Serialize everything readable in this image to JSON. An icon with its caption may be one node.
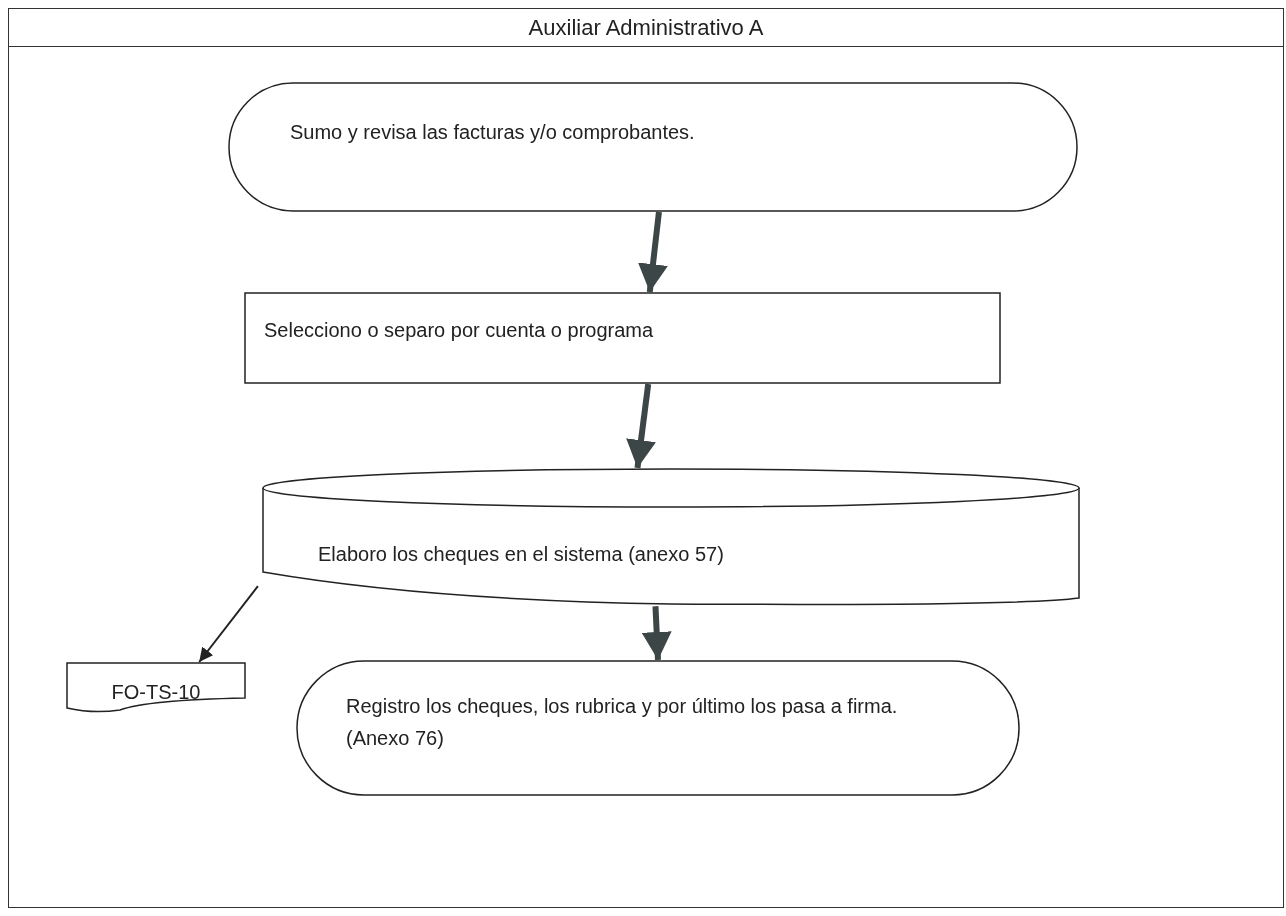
{
  "diagram": {
    "nodes": [
      {
        "text": [
          "Auxiliar Administrativo A"
        ]
      },
      {
        "text": [
          "Sumo y revisa las facturas y/o comprobantes."
        ],
        "in": 0
      },
      {
        "text": [
          "Selecciono o separo por cuenta o programa"
        ],
        "in": 0
      },
      {
        "text": [
          "Elaboro los cheques en el sistema (anexo 57)"
        ],
        "in": 0
      },
      {
        "text": [
          "FO-TS-10"
        ],
        "in": 0
      },
      {
        "text": [
          "Registro los cheques, los rubrica y por último los pasa a firma. (Anexo 76)"
        ],
        "in": 0
      }
    ],
    "edges": [
      {
        "from": 1,
        "to": 2,
        "arrow": "to"
      },
      {
        "from": 2,
        "to": 3,
        "arrow": "to"
      },
      {
        "from": 3,
        "to": 5,
        "arrow": "to"
      },
      {
        "from": 3,
        "to": 4,
        "arrow": "to"
      }
    ]
  }
}
